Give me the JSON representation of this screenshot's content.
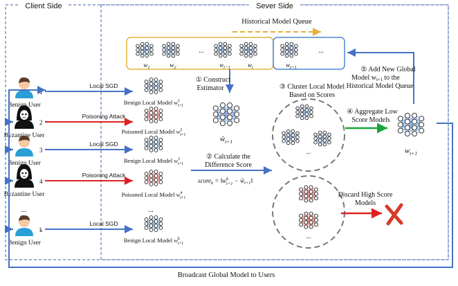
{
  "regions": {
    "client_label": "Client Side",
    "server_label": "Sever Side"
  },
  "queue": {
    "title": "Historical Model Queue",
    "ellipsis": "...",
    "weights": [
      {
        "base": "w",
        "sub": "1"
      },
      {
        "base": "w",
        "sub": "2"
      },
      {
        "base": "w",
        "sub": "t−1"
      },
      {
        "base": "w",
        "sub": "t"
      },
      {
        "base": "w",
        "sub": "t+1"
      }
    ]
  },
  "users": [
    {
      "id": "1",
      "type": "Benign User",
      "action": "Local SGD",
      "model_prefix": "Benign Local Model ",
      "model_sup": "1",
      "malicious": false
    },
    {
      "id": "2",
      "type": "Byzantine User",
      "action": "Poisoning Attack",
      "model_prefix": "Poisoned Local Model ",
      "model_sup": "2",
      "malicious": true
    },
    {
      "id": "3",
      "type": "Benign User",
      "action": "Local SGD",
      "model_prefix": "Benign Local Model ",
      "model_sup": "3",
      "malicious": false
    },
    {
      "id": "4",
      "type": "Byzantine User",
      "action": "Poisoning Attack",
      "model_prefix": "Poisoned Local Model ",
      "model_sup": "4",
      "malicious": true
    },
    {
      "id": "k",
      "type": "Benign User",
      "action": "Local SGD",
      "model_prefix": "Benign Local Model ",
      "model_sup": "k",
      "malicious": false
    }
  ],
  "model_sub": "t+1",
  "users_ellipsis": "...",
  "steps": {
    "s1": [
      "① Construct",
      "Estimator"
    ],
    "s1_symbol": "ŵ",
    "s1_symbol_sub": "t+1",
    "s2": [
      "② Calculate the",
      "Difference Score"
    ],
    "s2_formula": "score",
    "s2_formula_sub": "k",
    "s2_formula_rhs": " = ‖w",
    "s2_formula_rhs_sup": "k",
    "s2_formula_rhs_sub": "t+1",
    "s2_formula_rhs2": " − ŵ",
    "s2_formula_rhs2_sub": "t+1",
    "s2_formula_end": "‖",
    "s3": [
      "③ Cluster Local Model",
      "Based on Scores"
    ],
    "s4": [
      "④ Aggregate Low",
      "Score Models"
    ],
    "s5": [
      "⑤ Add New Global",
      "Model w",
      "to the",
      "Historical Model Queue"
    ],
    "s5_sub": "t+1",
    "discard": [
      "Discard High Score",
      "Models"
    ],
    "global_label": "w",
    "global_sub": "t+1"
  },
  "footer": "Broadcast Global Model to Users",
  "colors": {
    "benign": "#2f6fc2",
    "poison": "#e0291c",
    "queue_border_gold": "#e3b23c",
    "queue_border_blue": "#4a86d4",
    "arrow_blue": "#4472c4",
    "arrow_red": "#e02020",
    "arrow_green": "#1aa33a",
    "accent_cross": "#d63a2a"
  }
}
